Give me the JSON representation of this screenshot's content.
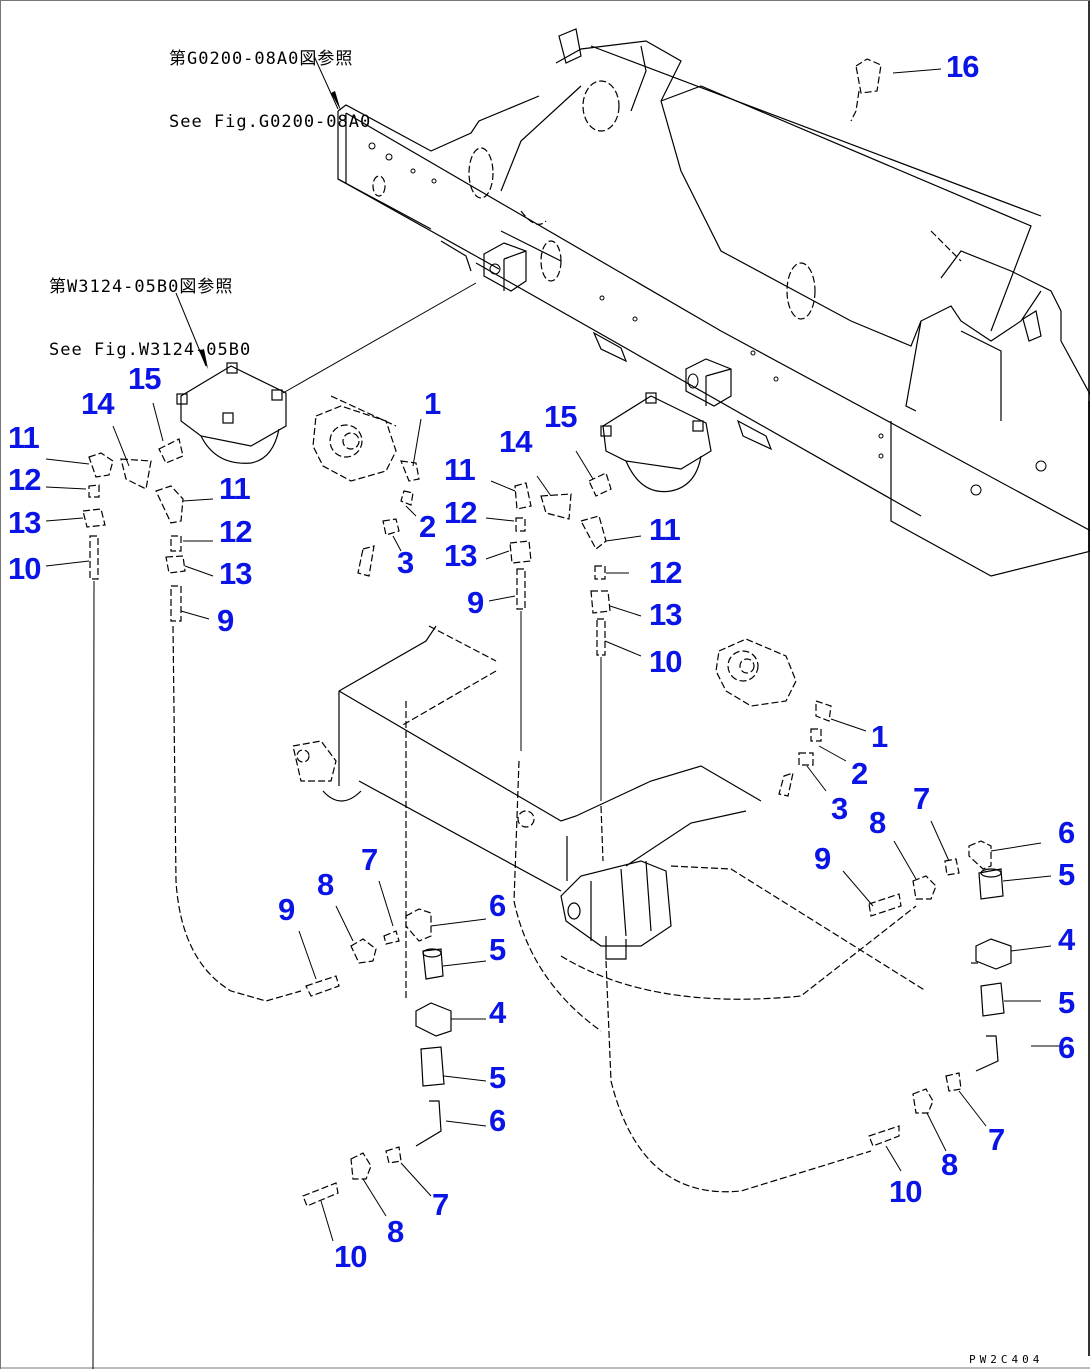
{
  "references": [
    {
      "id": "ref-g0200",
      "line_ja": "第G0200-08A0図参照",
      "line_en": "See Fig.G0200-08A0"
    },
    {
      "id": "ref-w3124",
      "line_ja": "第W3124-05B0図参照",
      "line_en": "See Fig.W3124-05B0"
    }
  ],
  "callouts": [
    {
      "part": "16",
      "desc": "clip"
    },
    {
      "part": "15",
      "group": "left-valve"
    },
    {
      "part": "14",
      "group": "left-valve"
    },
    {
      "part": "11",
      "group": "left-valve-a"
    },
    {
      "part": "12",
      "group": "left-valve-a"
    },
    {
      "part": "13",
      "group": "left-valve-a"
    },
    {
      "part": "10",
      "group": "left-valve-a"
    },
    {
      "part": "11",
      "group": "left-valve-b"
    },
    {
      "part": "12",
      "group": "left-valve-b"
    },
    {
      "part": "13",
      "group": "left-valve-b"
    },
    {
      "part": "9",
      "group": "left-valve-b"
    },
    {
      "part": "1",
      "group": "center-pedal"
    },
    {
      "part": "2",
      "group": "center-pedal"
    },
    {
      "part": "3",
      "group": "center-pedal"
    },
    {
      "part": "15",
      "group": "center-valve"
    },
    {
      "part": "14",
      "group": "center-valve"
    },
    {
      "part": "11",
      "group": "center-valve-a"
    },
    {
      "part": "12",
      "group": "center-valve-a"
    },
    {
      "part": "13",
      "group": "center-valve-a"
    },
    {
      "part": "9",
      "group": "center-valve-a"
    },
    {
      "part": "11",
      "group": "center-valve-b"
    },
    {
      "part": "12",
      "group": "center-valve-b"
    },
    {
      "part": "13",
      "group": "center-valve-b"
    },
    {
      "part": "10",
      "group": "center-valve-b"
    },
    {
      "part": "1",
      "group": "right-pedal"
    },
    {
      "part": "2",
      "group": "right-pedal"
    },
    {
      "part": "3",
      "group": "right-pedal"
    },
    {
      "part": "7",
      "group": "right-tee"
    },
    {
      "part": "8",
      "group": "right-tee"
    },
    {
      "part": "9",
      "group": "right-tee"
    },
    {
      "part": "6",
      "group": "right-tee"
    },
    {
      "part": "5",
      "group": "right-tee"
    },
    {
      "part": "4",
      "group": "right-tee"
    },
    {
      "part": "5",
      "group": "right-tee"
    },
    {
      "part": "6",
      "group": "right-tee"
    },
    {
      "part": "7",
      "group": "right-tee"
    },
    {
      "part": "8",
      "group": "right-tee"
    },
    {
      "part": "10",
      "group": "right-tee"
    },
    {
      "part": "7",
      "group": "left-tee"
    },
    {
      "part": "8",
      "group": "left-tee"
    },
    {
      "part": "9",
      "group": "left-tee"
    },
    {
      "part": "6",
      "group": "left-tee"
    },
    {
      "part": "5",
      "group": "left-tee"
    },
    {
      "part": "4",
      "group": "left-tee"
    },
    {
      "part": "5",
      "group": "left-tee"
    },
    {
      "part": "6",
      "group": "left-tee"
    },
    {
      "part": "7",
      "group": "left-tee"
    },
    {
      "part": "8",
      "group": "left-tee"
    },
    {
      "part": "10",
      "group": "left-tee"
    }
  ],
  "drawing_code": "PW2C404",
  "colors": {
    "callout": "#0a14e6",
    "line": "#000000",
    "background": "#ffffff"
  }
}
